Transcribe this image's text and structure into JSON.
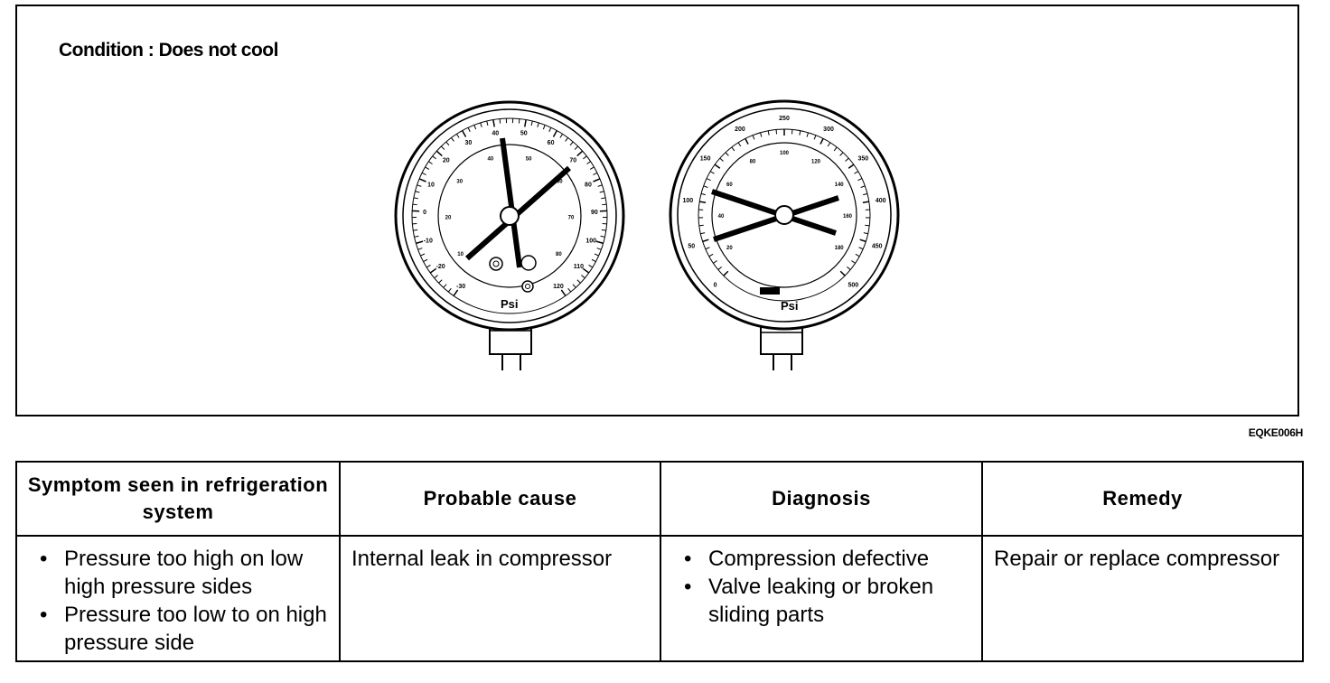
{
  "figure": {
    "condition": "Condition : Does not cool",
    "code": "EQKE006H",
    "low_gauge": {
      "unit": "Psi",
      "outer_ticks": [
        "-30",
        "-20",
        "-10",
        "0",
        "10",
        "20",
        "30",
        "40",
        "50",
        "60",
        "70",
        "80",
        "90",
        "100",
        "110",
        "120"
      ],
      "inner_ticks": [
        "10",
        "20",
        "30",
        "40",
        "50",
        "60",
        "70",
        "80"
      ]
    },
    "high_gauge": {
      "unit": "Psi",
      "outer_ticks": [
        "0",
        "50",
        "100",
        "150",
        "200",
        "250",
        "300",
        "350",
        "400",
        "450",
        "500"
      ],
      "inner_ticks": [
        "20",
        "40",
        "60",
        "80",
        "100",
        "120",
        "140",
        "160",
        "180"
      ]
    }
  },
  "table": {
    "headers": [
      "Symptom seen in refrigeration system",
      "Probable cause",
      "Diagnosis",
      "Remedy"
    ],
    "symptoms": [
      "Pressure too high on low high pressure sides",
      "Pressure too low to on high pressure side"
    ],
    "cause": "Internal leak in compressor",
    "diagnosis": [
      "Compression defective",
      "Valve leaking or broken sliding parts"
    ],
    "remedy": "Repair or replace compressor"
  }
}
